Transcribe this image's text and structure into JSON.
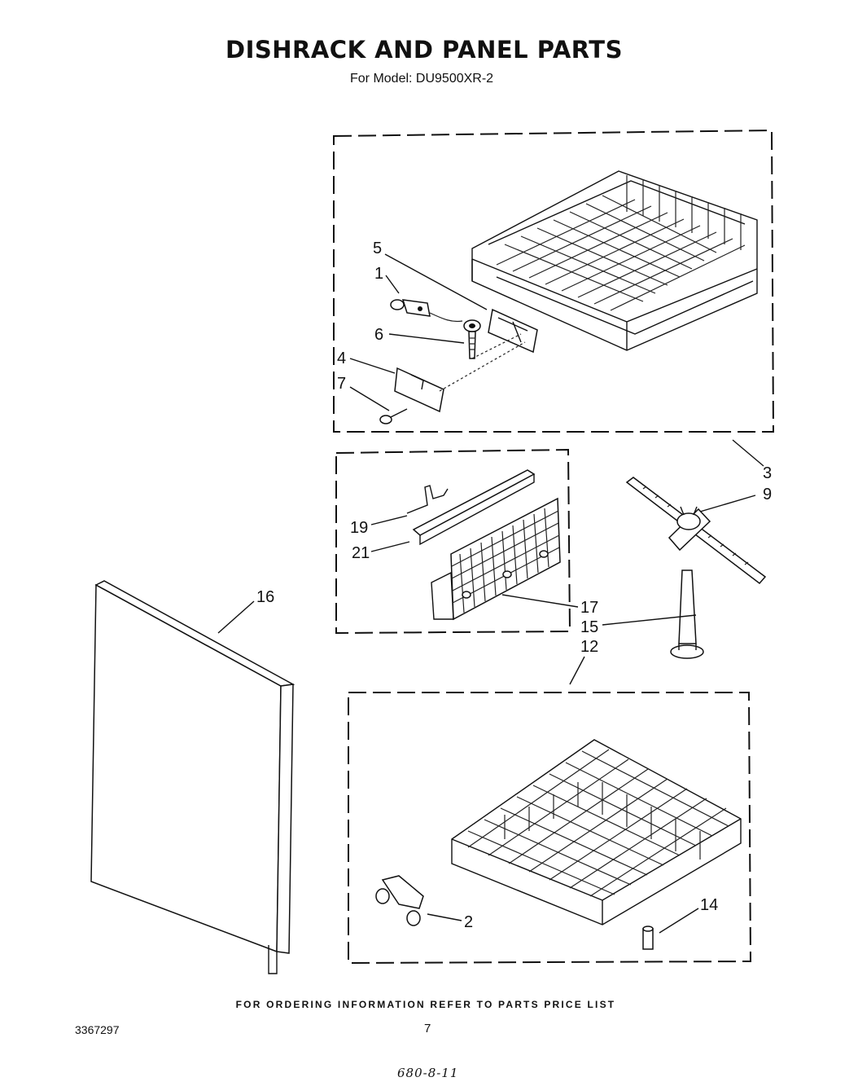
{
  "header": {
    "title": "DISHRACK AND PANEL PARTS",
    "subtitle": "For Model: DU9500XR-2"
  },
  "callouts": [
    {
      "id": "c5",
      "number": "5"
    },
    {
      "id": "c1",
      "number": "1"
    },
    {
      "id": "c6",
      "number": "6"
    },
    {
      "id": "c4",
      "number": "4"
    },
    {
      "id": "c7",
      "number": "7"
    },
    {
      "id": "c3",
      "number": "3"
    },
    {
      "id": "c9",
      "number": "9"
    },
    {
      "id": "c19",
      "number": "19"
    },
    {
      "id": "c21",
      "number": "21"
    },
    {
      "id": "c16",
      "number": "16"
    },
    {
      "id": "c17",
      "number": "17"
    },
    {
      "id": "c15",
      "number": "15"
    },
    {
      "id": "c12",
      "number": "12"
    },
    {
      "id": "c2",
      "number": "2"
    },
    {
      "id": "c14",
      "number": "14"
    }
  ],
  "footer": {
    "ordering_note": "FOR ORDERING INFORMATION REFER TO PARTS PRICE LIST",
    "document_number": "3367297",
    "page_number": "7",
    "handwritten_note": "680-8-11"
  }
}
